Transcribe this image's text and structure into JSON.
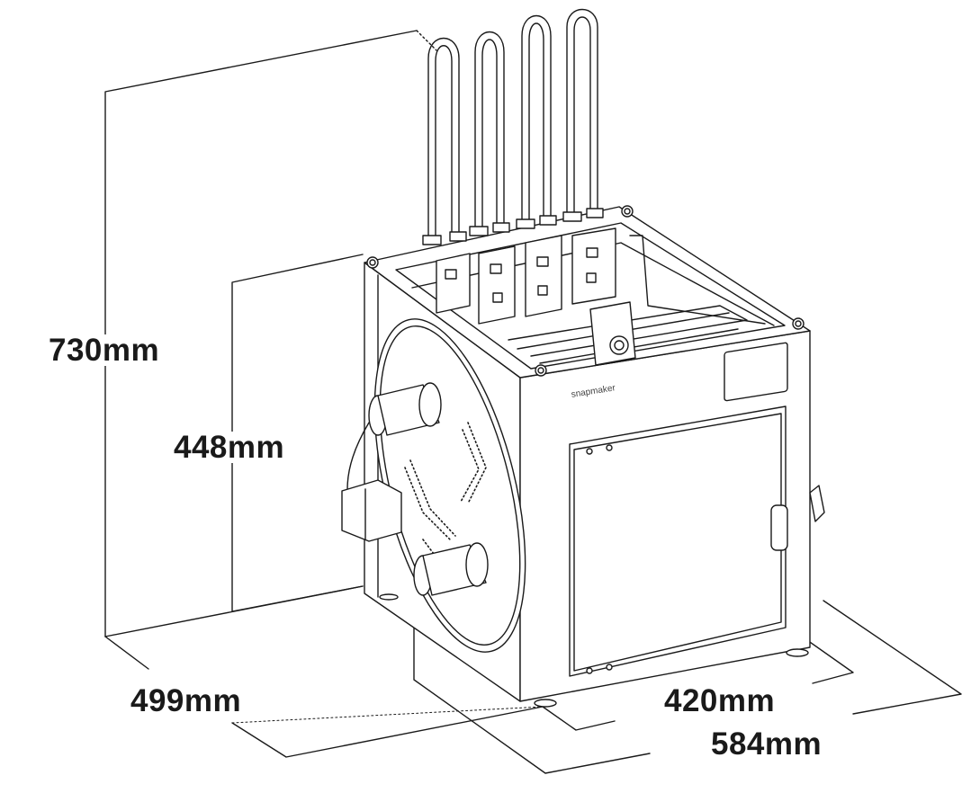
{
  "dimensions": {
    "total_height": "730mm",
    "body_height": "448mm",
    "depth": "499mm",
    "width": "420mm",
    "total_width": "584mm"
  },
  "brand": "snapmaker",
  "colors": {
    "line": "#1a1a1a",
    "fill": "#ffffff",
    "text": "#1a1a1a"
  },
  "icons": [
    "printer-illustration",
    "filament-spool-holder-icon",
    "touchscreen-icon",
    "door-handle-icon"
  ]
}
